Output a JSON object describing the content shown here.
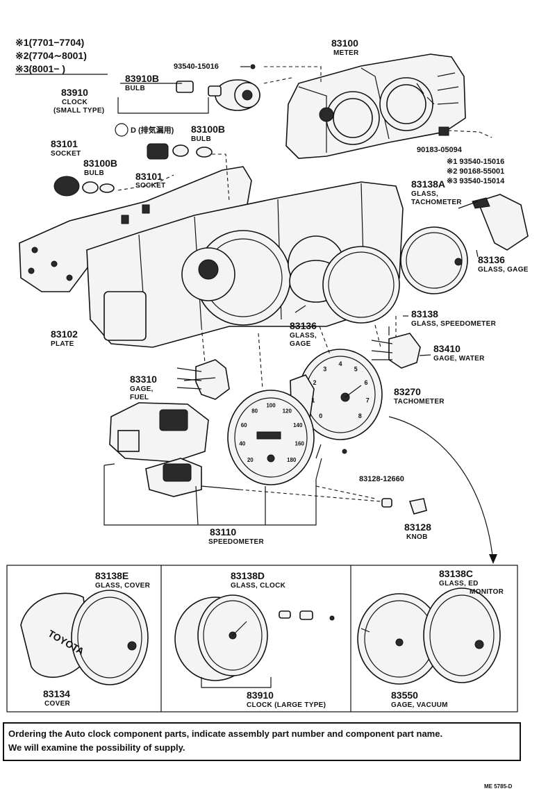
{
  "legend": {
    "l1": "※1(7701−7704)",
    "l2": "※2(7704∼8001)",
    "l3": "※3(8001−        )"
  },
  "emission_note": "D (排気漏用)",
  "parts": {
    "p83100": {
      "num": "83100",
      "name": "METER"
    },
    "p93540_top": {
      "num": "93540-15016"
    },
    "p83910B": {
      "num": "83910B",
      "name": "BULB"
    },
    "p83910s": {
      "num": "83910",
      "name1": "CLOCK",
      "name2": "(SMALL TYPE)"
    },
    "p83100B_a": {
      "num": "83100B",
      "name": "BULB"
    },
    "p83101_a": {
      "num": "83101",
      "name": "SOCKET"
    },
    "p83100B_b": {
      "num": "83100B",
      "name": "BULB"
    },
    "p83101_b": {
      "num": "83101",
      "name": "SOCKET"
    },
    "p90183": {
      "num": "90183-05094"
    },
    "screws": {
      "s1": "※1 93540-15016",
      "s2": "※2 90168-55001",
      "s3": "※3 93540-15014"
    },
    "p83138A": {
      "num": "83138A",
      "name1": "GLASS,",
      "name2": "TACHOMETER"
    },
    "p83136_r": {
      "num": "83136",
      "name": "GLASS, GAGE"
    },
    "p83102": {
      "num": "83102",
      "name": "PLATE"
    },
    "p83138": {
      "num": "83138",
      "name": "GLASS, SPEEDOMETER"
    },
    "p83136_c": {
      "num": "83136",
      "name1": "GLASS,",
      "name2": "GAGE"
    },
    "p83410": {
      "num": "83410",
      "name": "GAGE, WATER"
    },
    "p83310": {
      "num": "83310",
      "name1": "GAGE,",
      "name2": "FUEL"
    },
    "p83270": {
      "num": "83270",
      "name": "TACHOMETER"
    },
    "p83128_12660": {
      "num": "83128-12660"
    },
    "p83128": {
      "num": "83128",
      "name": "KNOB"
    },
    "p83110": {
      "num": "83110",
      "name": "SPEEDOMETER"
    },
    "p83138E": {
      "num": "83138E",
      "name": "GLASS, COVER"
    },
    "p83134": {
      "num": "83134",
      "name": "COVER"
    },
    "p83138D": {
      "num": "83138D",
      "name": "GLASS, CLOCK"
    },
    "p83910L": {
      "num": "83910",
      "name": "CLOCK (LARGE TYPE)"
    },
    "p83138C": {
      "num": "83138C",
      "name1": "GLASS, ED",
      "name2": "MONITOR"
    },
    "p83550": {
      "num": "83550",
      "name": "GAGE, VACUUM"
    }
  },
  "dial_marks": {
    "toyota": "TOYOTA",
    "tach_ticks": [
      "0",
      "1",
      "2",
      "3",
      "4",
      "5",
      "6",
      "7",
      "8"
    ],
    "speedo_ticks": [
      "20",
      "40",
      "60",
      "80",
      "100",
      "120",
      "140",
      "160",
      "180"
    ]
  },
  "note": {
    "line1": "Ordering the Auto clock component parts, indicate assembly part number and component part name.",
    "line2": "We will examine the possibility of supply."
  },
  "drawing_code": "ME 5785-D"
}
